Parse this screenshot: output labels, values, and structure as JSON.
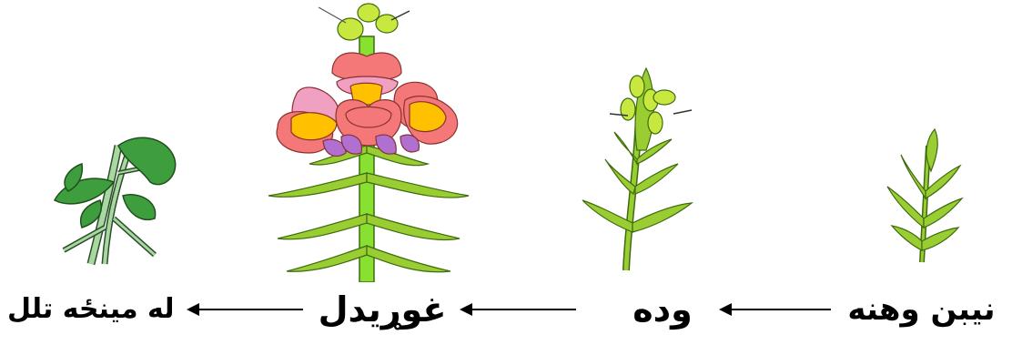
{
  "stages": [
    {
      "id": "sprouting",
      "label": "نیبن وهنه"
    },
    {
      "id": "growing",
      "label": "وده"
    },
    {
      "id": "flowering",
      "label": "غوړیدل"
    },
    {
      "id": "withering",
      "label": "له مینځه تلل"
    }
  ],
  "arrows": [
    "arrow",
    "arrow",
    "arrow"
  ],
  "colors": {
    "leaf": "#9ACD32",
    "leaf_dark": "#5a8f1a",
    "stem": "#88E030",
    "petal_pink": "#F57878",
    "petal_light": "#F0A0C0",
    "petal_yellow": "#FFC000",
    "petal_purple": "#B070D0",
    "dead_leaf": "#3E9E3E",
    "dead_stem": "#A8D8A0"
  }
}
